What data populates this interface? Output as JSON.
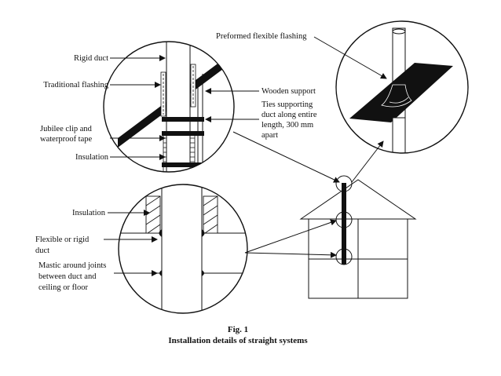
{
  "labels": {
    "rigid_duct": "Rigid duct",
    "traditional_flashing": "Traditional flashing",
    "jubilee_line1": "Jubilee clip and",
    "jubilee_line2": "waterproof tape",
    "insulation_top": "Insulation",
    "insulation_bottom": "Insulation",
    "wooden_support": "Wooden support",
    "ties_line1": "Ties supporting",
    "ties_line2": "duct along entire",
    "ties_line3": "length, 300 mm",
    "ties_line4": "apart",
    "preformed_flashing": "Preformed flexible flashing",
    "flexible_line1": "Flexible or rigid",
    "flexible_line2": "duct",
    "mastic_line1": "Mastic around joints",
    "mastic_line2": "between duct and",
    "mastic_line3": "ceiling or floor"
  },
  "caption": {
    "figure_number": "Fig. 1",
    "title": "Installation details of straight systems"
  }
}
